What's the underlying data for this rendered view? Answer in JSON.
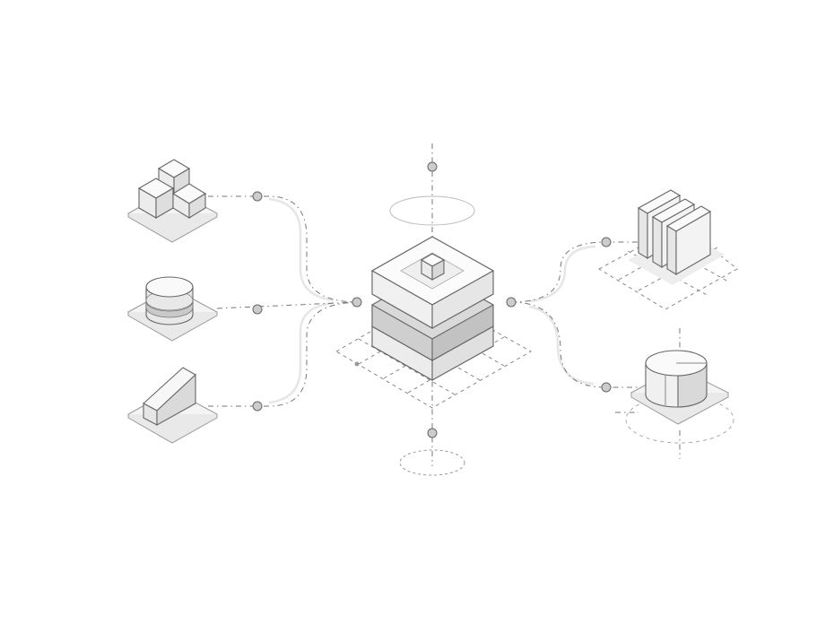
{
  "diagram": {
    "labels": [],
    "colors": {
      "background": "#ffffff",
      "stroke": "#666666",
      "face_light": "#fafafa",
      "face_mid": "#ececec",
      "face_dark": "#d9d9d9",
      "accent_layer": "#cfcfcf",
      "node_dot": "#cccccc"
    },
    "nodes": [
      {
        "id": "cubes",
        "icon": "stacked-cubes-icon"
      },
      {
        "id": "database",
        "icon": "database-cylinder-icon"
      },
      {
        "id": "ramp",
        "icon": "wedge-block-icon"
      },
      {
        "id": "hub",
        "icon": "layered-server-stack-icon"
      },
      {
        "id": "documents",
        "icon": "document-panels-icon"
      },
      {
        "id": "pie",
        "icon": "pie-cylinder-icon"
      }
    ]
  }
}
